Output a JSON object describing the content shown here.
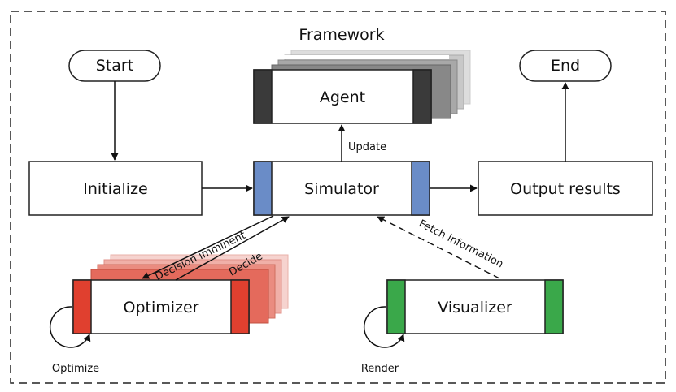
{
  "title": "Framework",
  "nodes": {
    "start": "Start",
    "end": "End",
    "initialize": "Initialize",
    "simulator": "Simulator",
    "output": "Output results",
    "agent": "Agent",
    "optimizer": "Optimizer",
    "visualizer": "Visualizer"
  },
  "edges": {
    "update": "Update",
    "decision_imminent": "Decision imminent",
    "decide": "Decide",
    "fetch_information": "Fetch information"
  },
  "loops": {
    "optimize": "Optimize",
    "render": "Render"
  },
  "colors": {
    "agent": "#3a3a3a",
    "simulator": "#6a8cc7",
    "optimizer": "#e0402f",
    "visualizer": "#3aa84a"
  }
}
